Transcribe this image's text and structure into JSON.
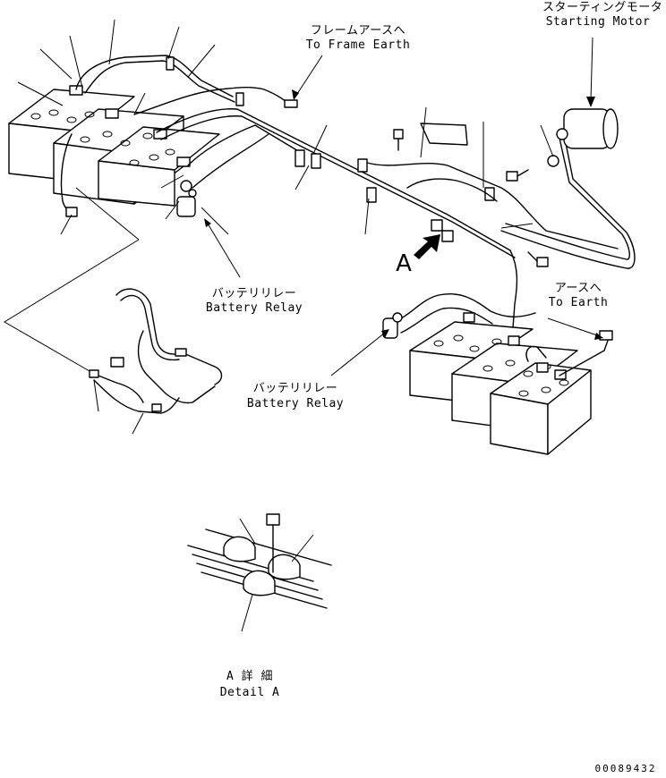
{
  "labels": {
    "starting_motor_jp": "スターティングモータ",
    "starting_motor_en": "Starting Motor",
    "frame_earth_jp": "フレームアースへ",
    "frame_earth_en": "To Frame Earth",
    "battery_relay_1_jp": "バッテリリレー",
    "battery_relay_1_en": "Battery Relay",
    "battery_relay_2_jp": "バッテリリレー",
    "battery_relay_2_en": "Battery Relay",
    "earth_jp": "アースへ",
    "earth_en": "To Earth",
    "view_a": "A",
    "detail_a_jp": "A 詳 細",
    "detail_a_en": "Detail A",
    "drawing_number": "00089432"
  }
}
